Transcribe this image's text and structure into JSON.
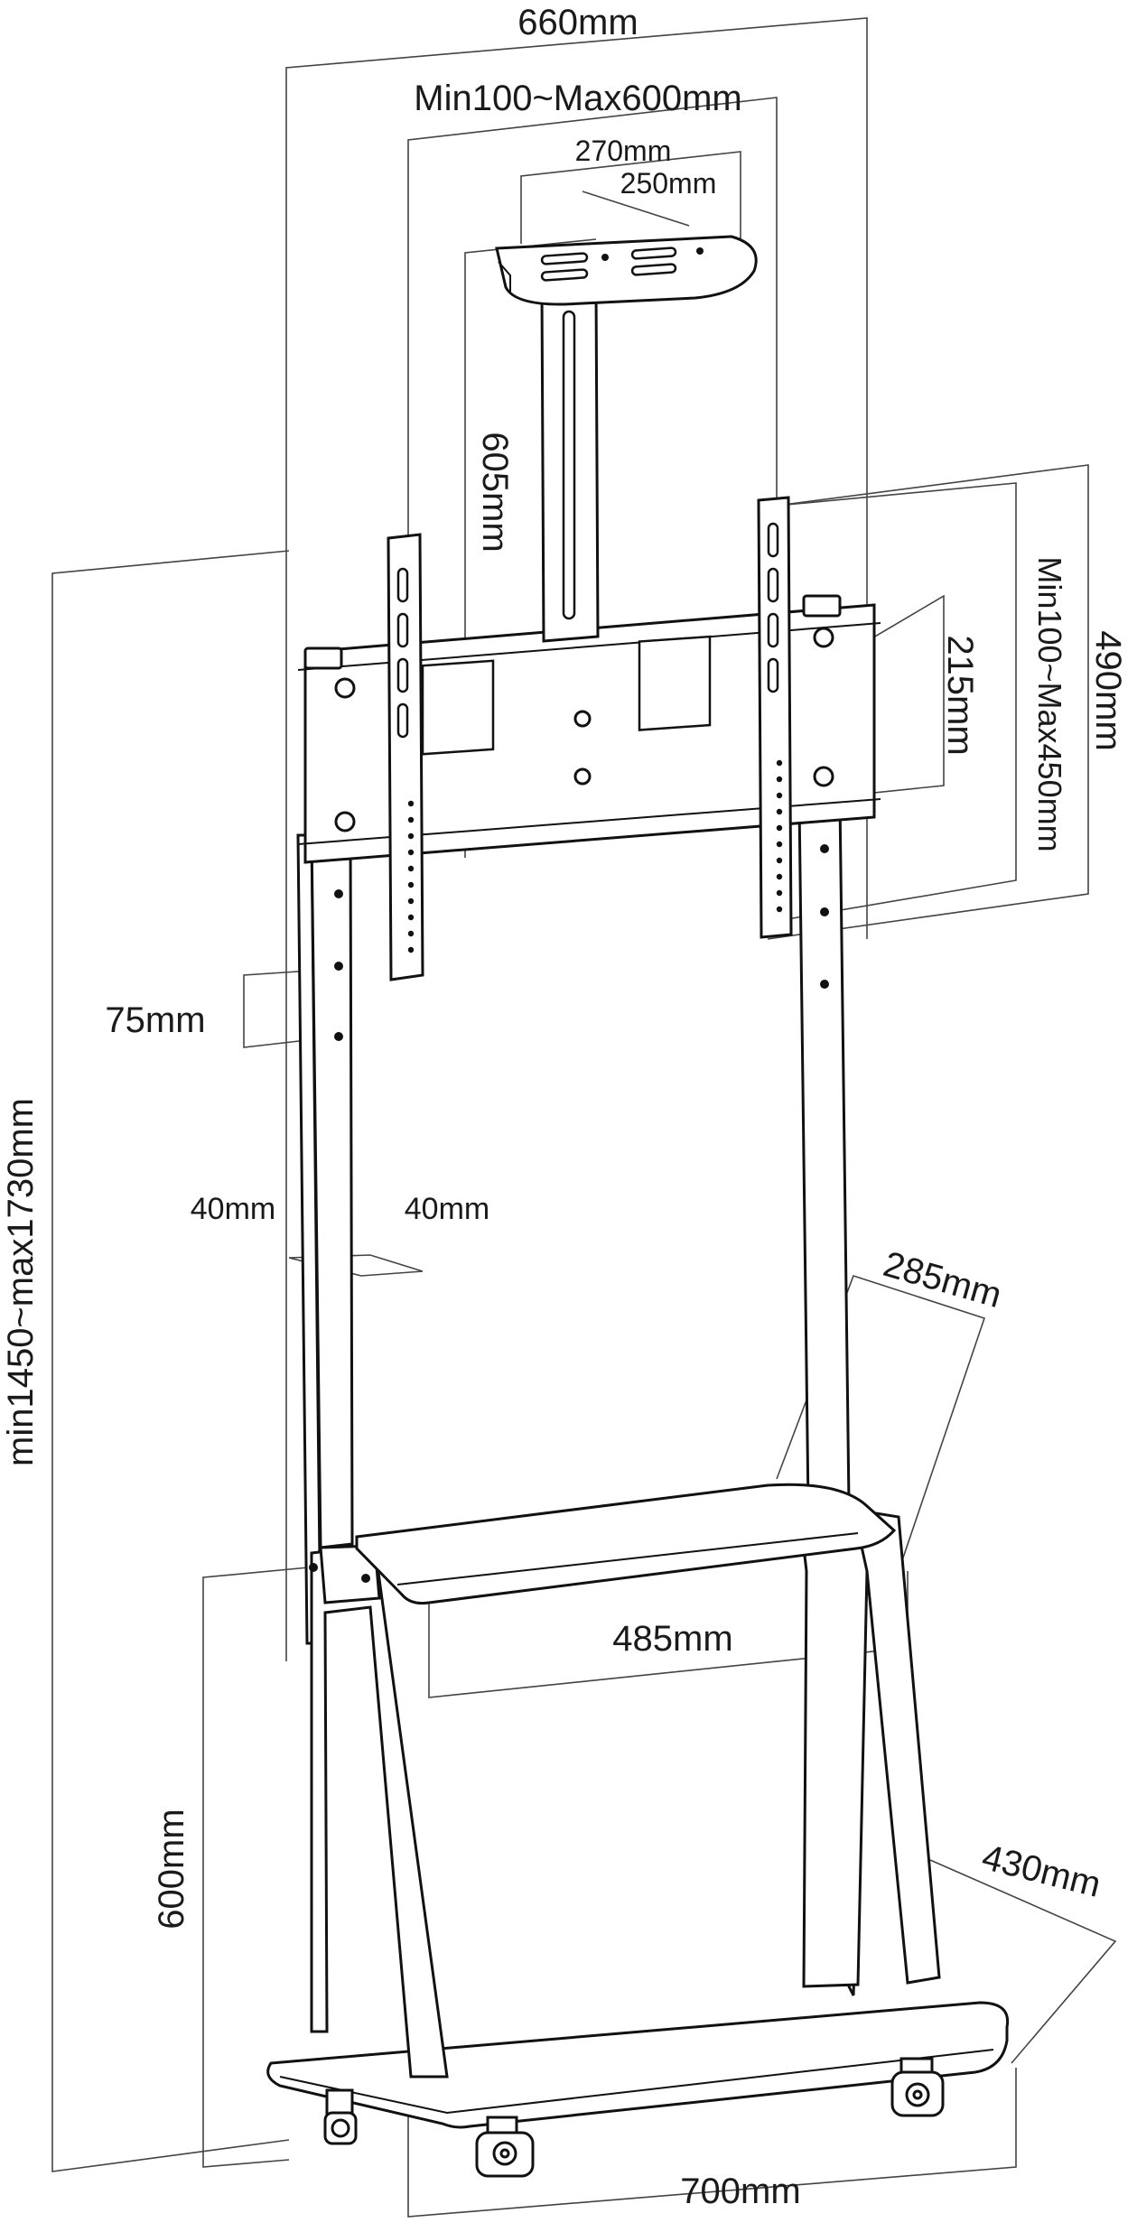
{
  "dimensions": {
    "overall_width": "660mm",
    "mount_width_range": "Min100~Max600mm",
    "shelf_outer": "270mm",
    "shelf_inner": "250mm",
    "camera_pole": "605mm",
    "mount_height_range": "Min100~Max450mm",
    "bracket_height": "490mm",
    "bracket_spacing": "215mm",
    "hole_pitch": "75mm",
    "column_depth": "40mm",
    "column_width": "40mm",
    "total_height_range": "min1450~max1730mm",
    "tray_depth": "285mm",
    "tray_width": "485mm",
    "base_depth": "430mm",
    "lower_height": "600mm",
    "base_width": "700mm"
  }
}
